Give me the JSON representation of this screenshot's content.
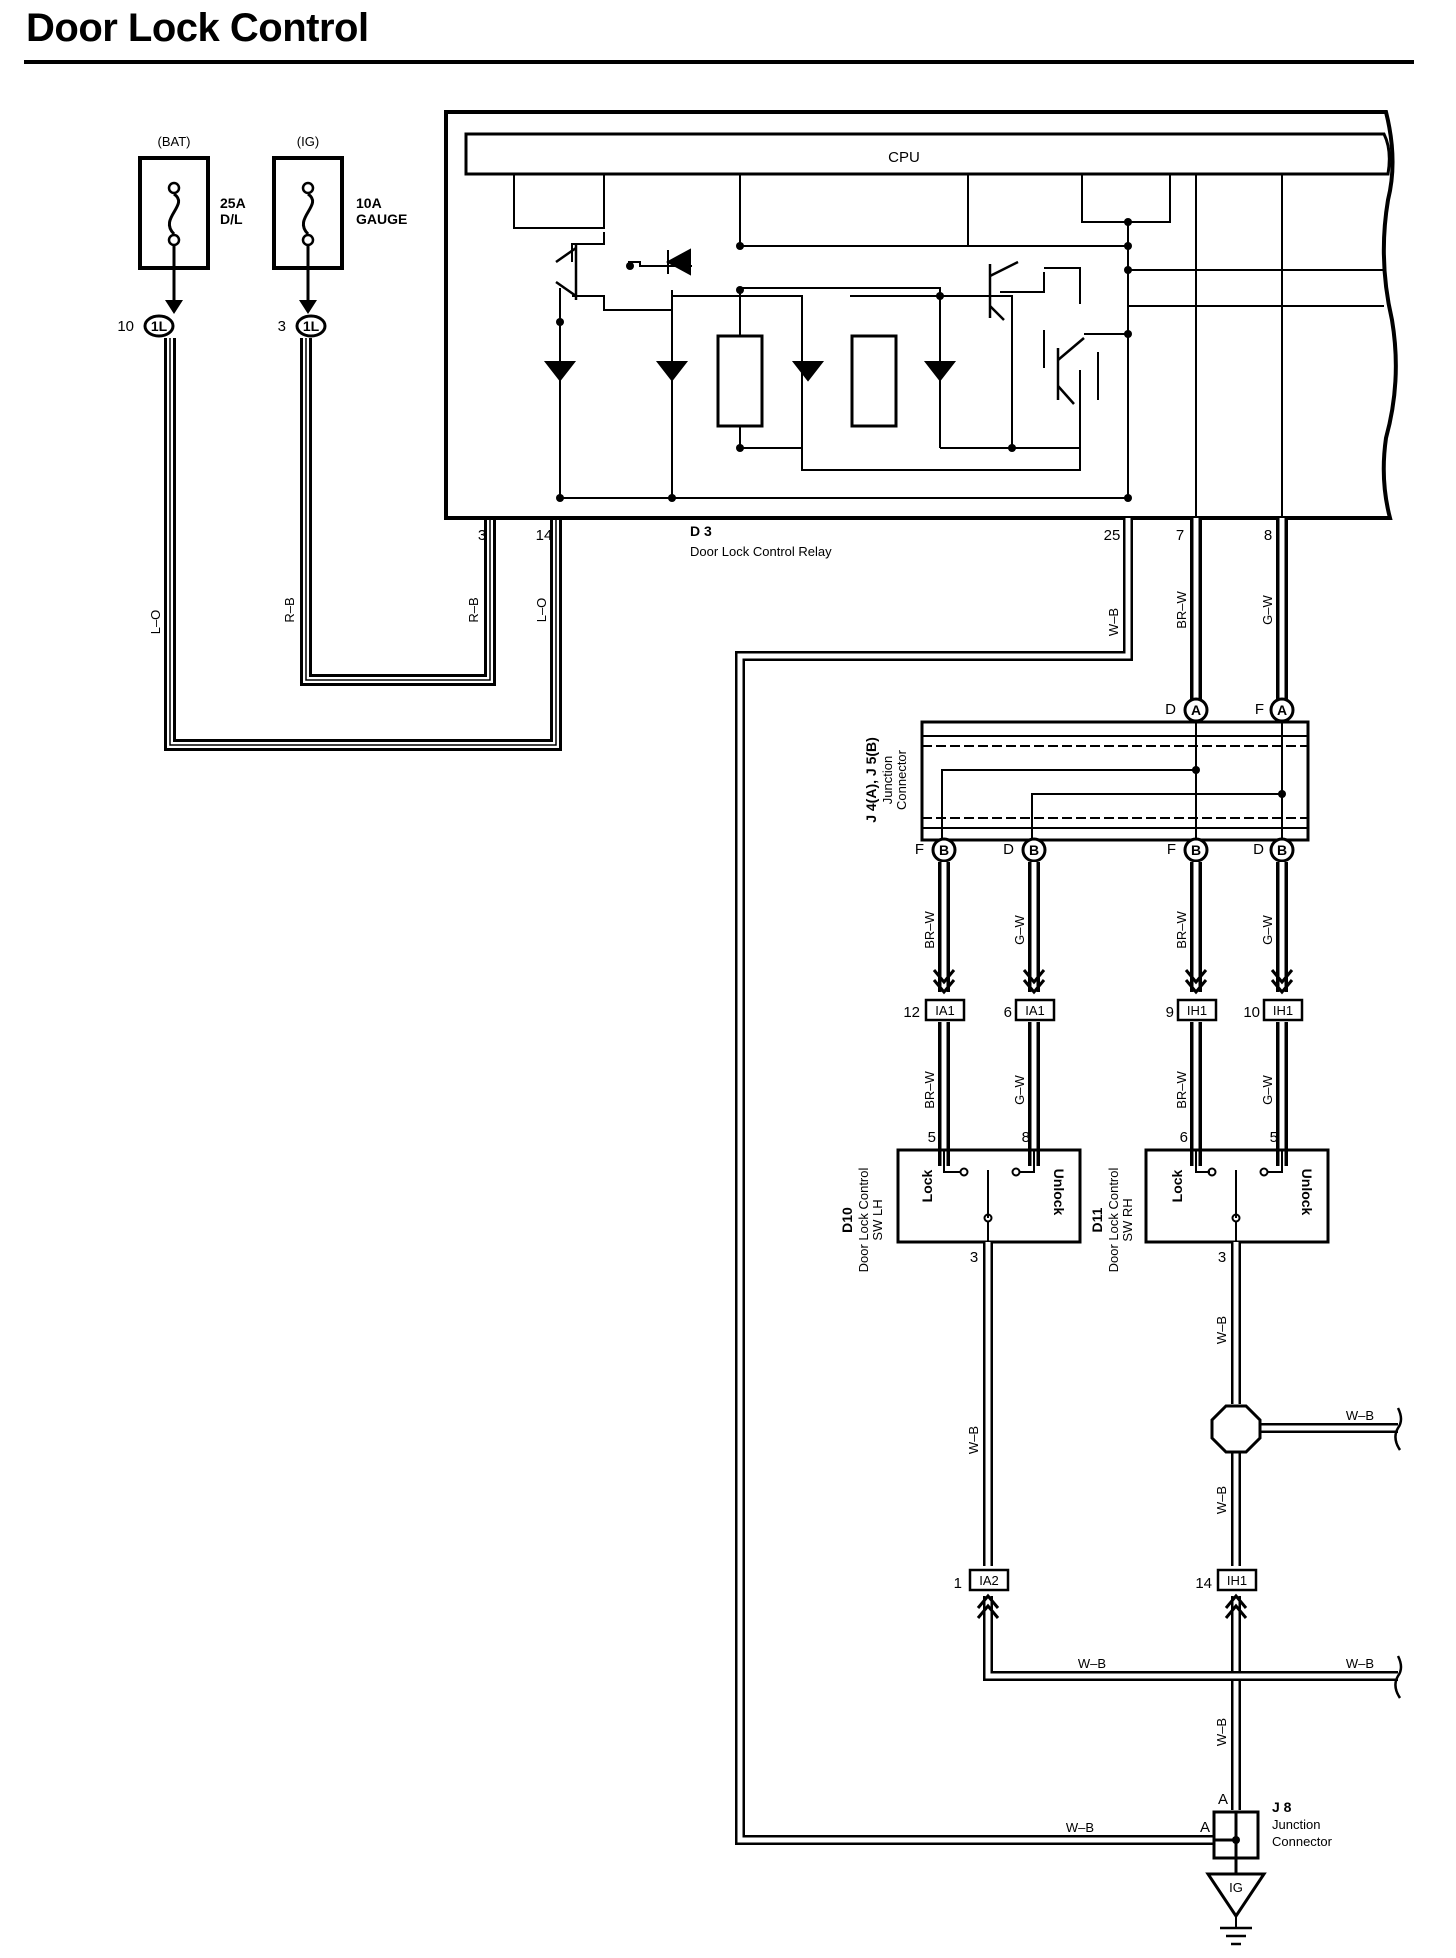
{
  "title": "Door Lock Control",
  "fuses": [
    {
      "source": "(BAT)",
      "rating": "25A",
      "name": "D/L",
      "pin": "10",
      "connector": "1L"
    },
    {
      "source": "(IG)",
      "rating": "10A",
      "name": "GAUGE",
      "pin": "3",
      "connector": "1L"
    }
  ],
  "relay": {
    "cpu_label": "CPU",
    "id": "D 3",
    "name": "Door Lock Control Relay",
    "pins": {
      "p3": "3",
      "p14": "14",
      "p25": "25",
      "p7": "7",
      "p8": "8"
    }
  },
  "junction_jab": {
    "id": "J 4(A), J 5(B)",
    "name_line1": "Junction",
    "name_line2": "Connector",
    "top": {
      "D": "D",
      "F": "F",
      "A": "A"
    },
    "bottom": {
      "F": "F",
      "D": "D",
      "B": "B"
    }
  },
  "wires": {
    "lo": "L–O",
    "rb": "R–B",
    "wb": "W–B",
    "brw": "BR–W",
    "gw": "G–W"
  },
  "connectors": [
    {
      "pin": "12",
      "id": "IA1"
    },
    {
      "pin": "6",
      "id": "IA1"
    },
    {
      "pin": "9",
      "id": "IH1"
    },
    {
      "pin": "10",
      "id": "IH1"
    },
    {
      "pin": "1",
      "id": "IA2"
    },
    {
      "pin": "14",
      "id": "IH1"
    }
  ],
  "switch_lh": {
    "id": "D10",
    "name_line1": "Door Lock Control",
    "name_line2": "SW LH",
    "lock": "Lock",
    "unlock": "Unlock",
    "pin_lock": "5",
    "pin_unlock": "8",
    "pin_common": "3"
  },
  "switch_rh": {
    "id": "D11",
    "name_line1": "Door Lock Control",
    "name_line2": "SW RH",
    "lock": "Lock",
    "unlock": "Unlock",
    "pin_lock": "6",
    "pin_unlock": "5",
    "pin_common": "3"
  },
  "junction_j8": {
    "id": "J 8",
    "name_line1": "Junction",
    "name_line2": "Connector",
    "pin_a": "A"
  },
  "ground": {
    "label": "IG"
  }
}
